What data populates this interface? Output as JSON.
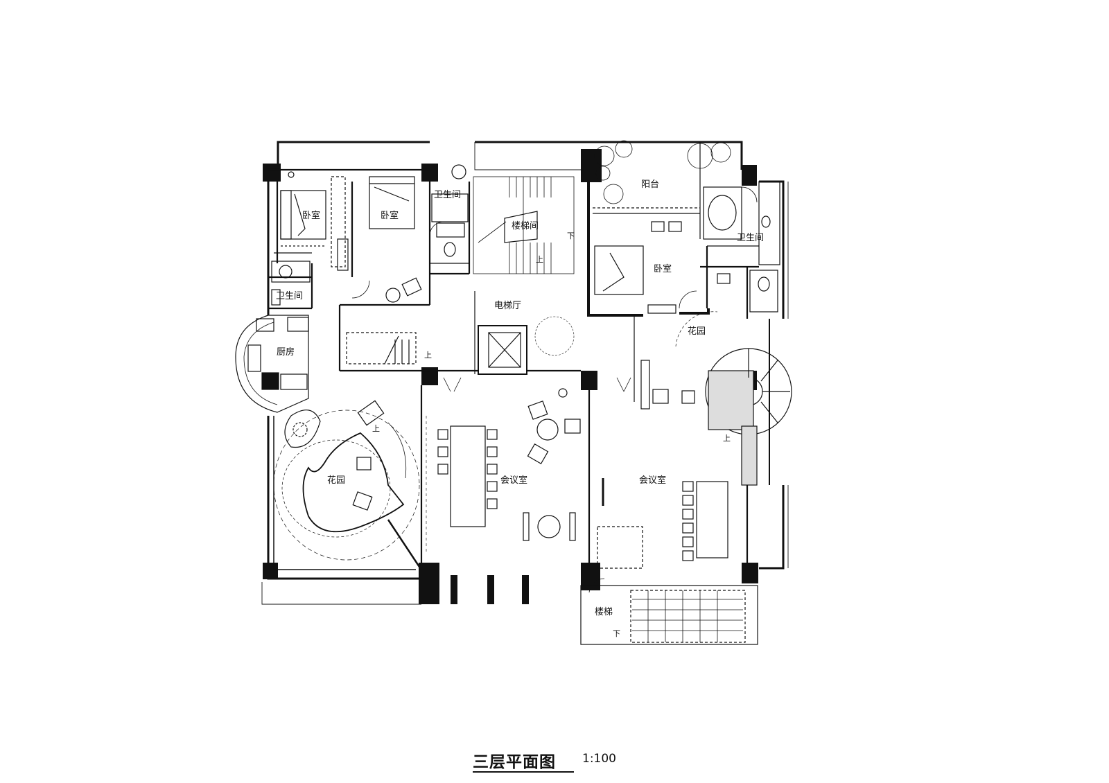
{
  "plan": {
    "title": "三层平面图",
    "scale": "1:100"
  },
  "rooms": {
    "bedroom_1": "卧室",
    "bedroom_2": "卧室",
    "bathroom_1": "卫生间",
    "stairwell": "楼梯间",
    "balcony": "阳台",
    "bathroom_2": "卫生间",
    "bedroom_3": "卧室",
    "bathroom_3": "卫生间",
    "elevator_hall": "电梯厅",
    "kitchen": "厨房",
    "garden_1": "花园",
    "garden_2": "花园",
    "meeting_room_1": "会议室",
    "meeting_room_2": "会议室",
    "stairs": "楼梯"
  },
  "markers": {
    "down_1": "下",
    "up_1": "上",
    "up_2": "上",
    "up_3": "上",
    "up_4": "上",
    "down_2": "下"
  }
}
